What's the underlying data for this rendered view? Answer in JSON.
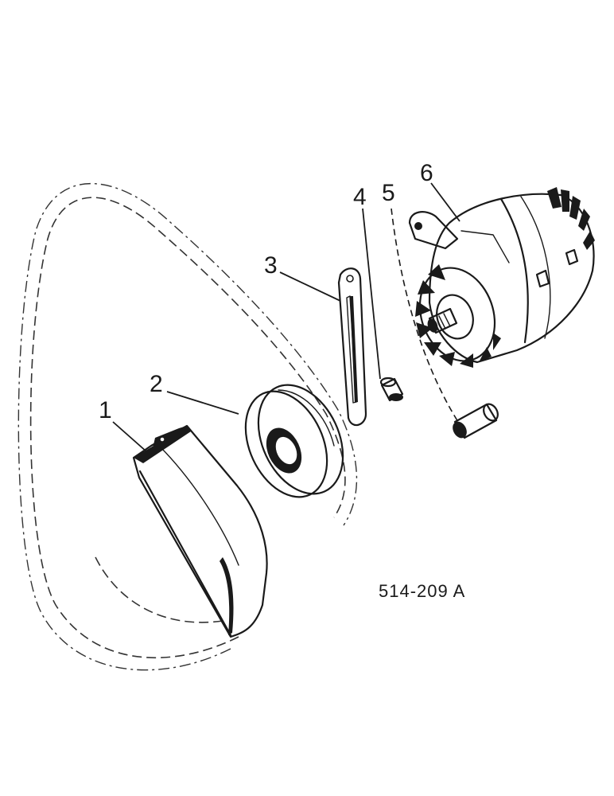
{
  "diagram": {
    "drawing_code": "514-209 A",
    "callouts": [
      {
        "id": "1",
        "label": "1"
      },
      {
        "id": "2",
        "label": "2"
      },
      {
        "id": "3",
        "label": "3"
      },
      {
        "id": "4",
        "label": "4"
      },
      {
        "id": "5",
        "label": "5"
      },
      {
        "id": "6",
        "label": "6"
      }
    ]
  }
}
